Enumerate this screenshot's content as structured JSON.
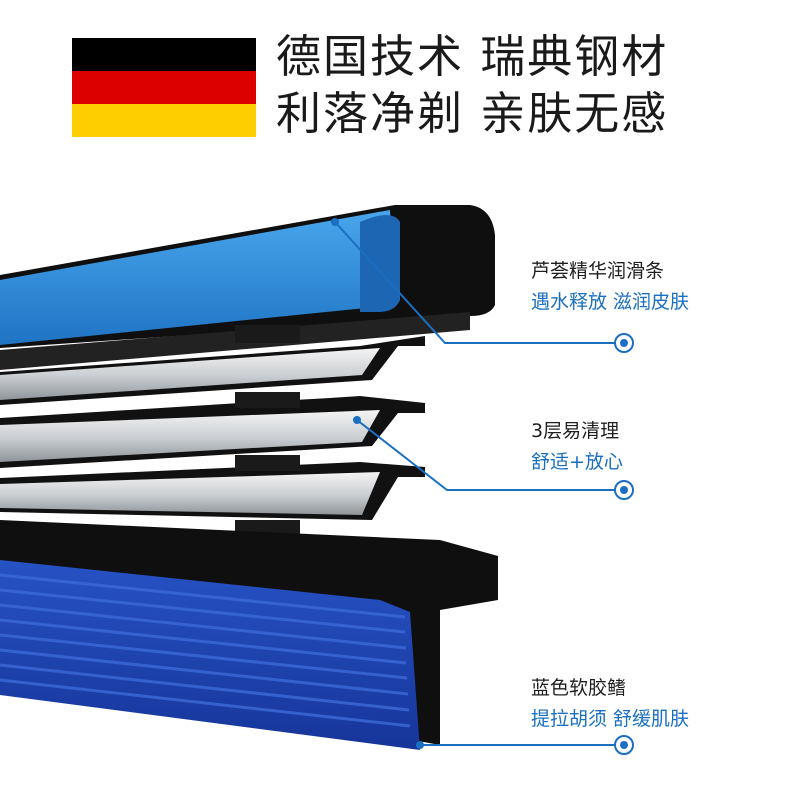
{
  "headline": {
    "line1": "德国技术 瑞典钢材",
    "line2": "利落净剃 亲肤无感"
  },
  "flag_colors": {
    "top": "#000000",
    "middle": "#dd0000",
    "bottom": "#ffce00"
  },
  "callouts": [
    {
      "title": "芦荟精华润滑条",
      "subtitle": "遇水释放 滋润皮肤"
    },
    {
      "title": "3层易清理",
      "subtitle": "舒适+放心"
    },
    {
      "title": "蓝色软胶鳍",
      "subtitle": "提拉胡须 舒缓肌肤"
    }
  ],
  "colors": {
    "accent_blue": "#1a6fc2",
    "strip_blue": "#2e8fdc",
    "fin_blue": "#1b43a8",
    "black": "#111111"
  }
}
